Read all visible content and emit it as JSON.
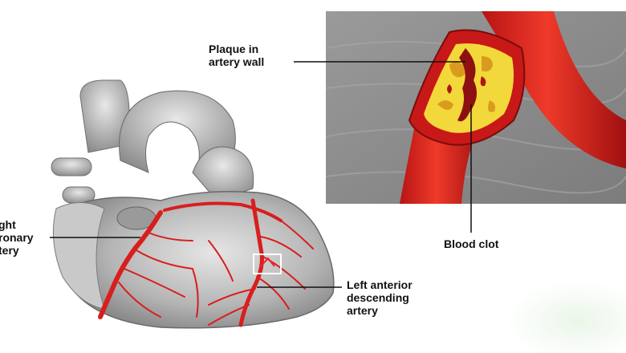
{
  "labels": {
    "plaque": [
      "Plaque in",
      "artery wall"
    ],
    "blood_clot": "Blood clot",
    "right_coronary": [
      "ght",
      "ronary",
      "tery"
    ],
    "lad": [
      "Left anterior",
      "descending",
      "artery"
    ]
  },
  "colors": {
    "artery_red": "#d81e1e",
    "artery_dark": "#9c0f0f",
    "plaque_yellow": "#f2d83a",
    "heart_gray": "#bdbdbd",
    "panel_gray": "#8e8e8e"
  }
}
